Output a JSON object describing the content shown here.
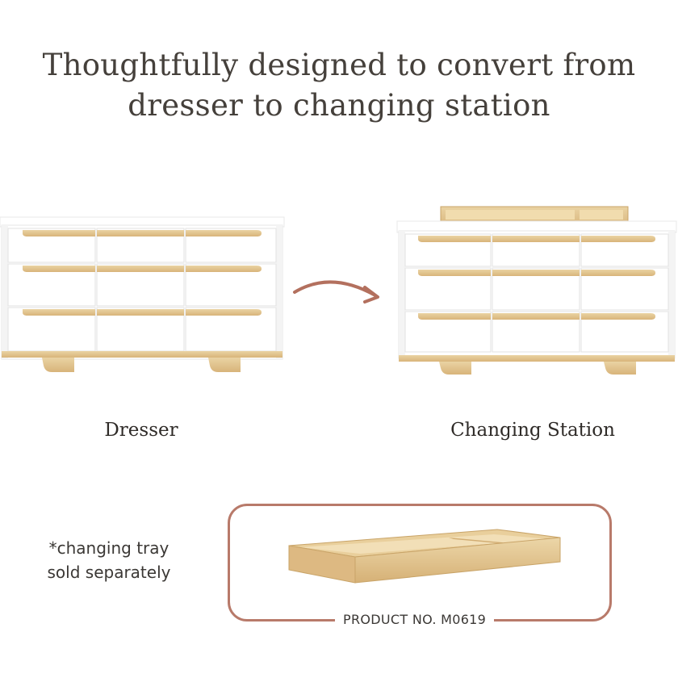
{
  "headline": {
    "line1": "Thoughtfully designed to convert from",
    "line2": "dresser to changing station"
  },
  "dresser": {
    "label": "Dresser"
  },
  "changing_station": {
    "label": "Changing Station"
  },
  "note": {
    "line1": "*changing tray",
    "line2": "sold separately"
  },
  "tray_callout": {
    "product_number": "PRODUCT NO. M0619"
  },
  "colors": {
    "wood": "#e3c48f",
    "wood_dark": "#c9a468",
    "white_finish": "#ffffff",
    "arrow": "#b3705e",
    "frame": "#b87a6a",
    "text": "#45403b"
  }
}
